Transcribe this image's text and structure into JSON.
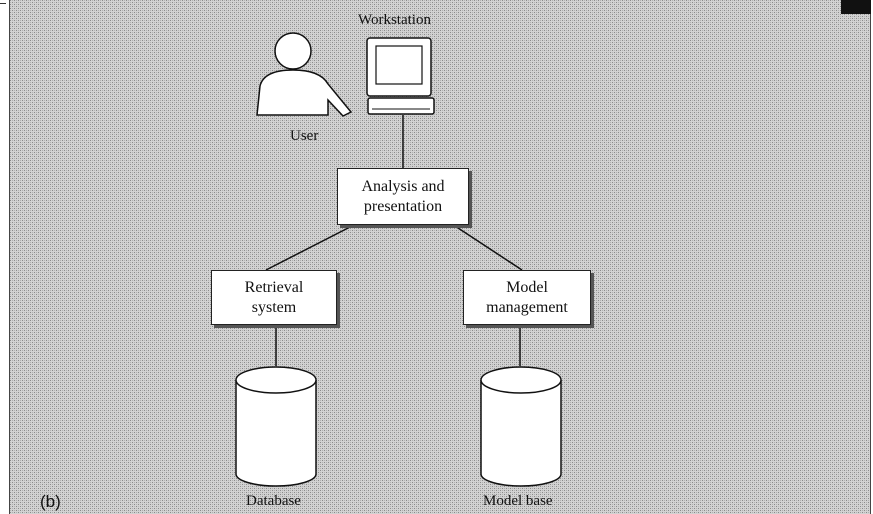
{
  "diagram": {
    "workstation_label": "Workstation",
    "user_label": "User",
    "analysis_box": "Analysis and\npresentation",
    "retrieval_box": "Retrieval\nsystem",
    "model_box": "Model\nmanagement",
    "database_label": "Database",
    "modelbase_label": "Model base",
    "panel_label": "(b)"
  },
  "colors": {
    "background_texture": "#c9c9c9",
    "box_fill": "#ffffff",
    "line": "#111111"
  }
}
